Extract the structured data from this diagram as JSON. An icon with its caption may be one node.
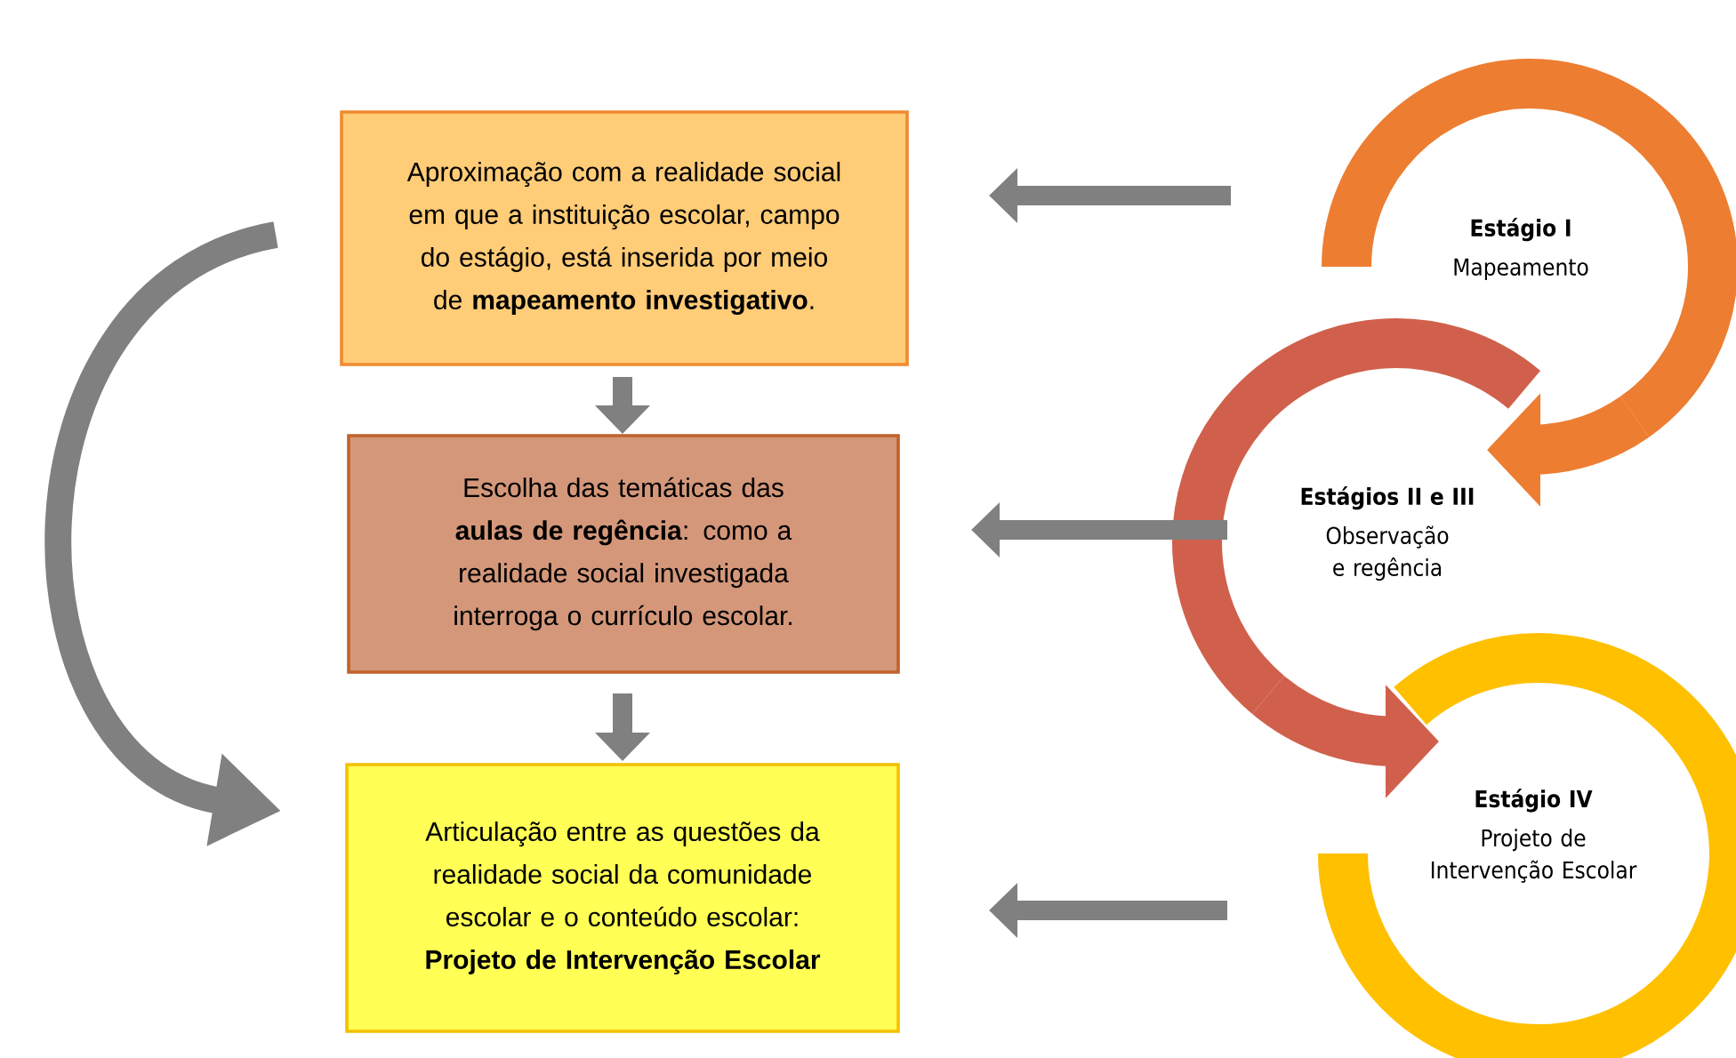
{
  "diagram": {
    "nodes": [
      {
        "text": [
          "Aproximação com a realidade social em que a instituição escolar, campo do estágio, está inserida por meio de **mapeamento investigativo**."
        ]
      },
      {
        "text": [
          "Escolha das temáticas das **aulas de regência**: como a realidade social investigada interroga o currículo escolar."
        ]
      },
      {
        "text": [
          "Articulação entre as questões da realidade social da comunidade escolar e o conteúdo escolar: **Projeto de Intervenção Escolar**"
        ]
      },
      {
        "text": [
          "Estágio I",
          "Mapeamento"
        ]
      },
      {
        "text": [
          "Estágios II e III",
          "Observação e regência"
        ]
      },
      {
        "text": [
          "Estágio IV",
          "Projeto de Intervenção Escolar"
        ]
      }
    ],
    "edges": [
      {
        "from": 0,
        "to": 1,
        "arrow": "to"
      },
      {
        "from": 1,
        "to": 2,
        "arrow": "to"
      },
      {
        "from": 0,
        "to": 2,
        "arrow": "to"
      },
      {
        "from": 3,
        "to": 0,
        "arrow": "to"
      },
      {
        "from": 4,
        "to": 1,
        "arrow": "to"
      },
      {
        "from": 5,
        "to": 2,
        "arrow": "to"
      },
      {
        "from": 3,
        "to": 4,
        "arrow": "to",
        "style": "thick",
        "color": "#ed7d31"
      },
      {
        "from": 4,
        "to": 5,
        "arrow": "to",
        "style": "thick",
        "color": "#d0604c"
      }
    ]
  }
}
